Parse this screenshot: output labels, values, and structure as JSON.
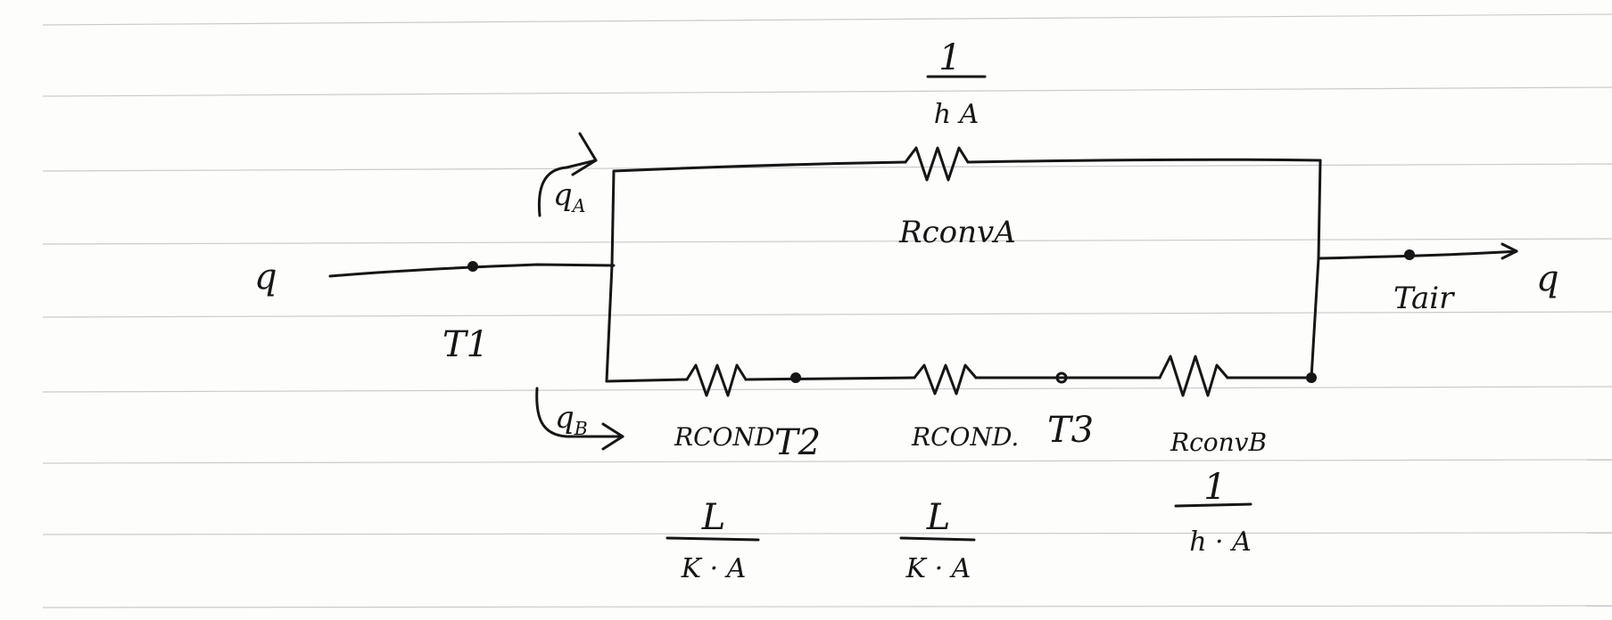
{
  "diagram": {
    "input": {
      "heat_in": "q",
      "temp_node": "T1"
    },
    "branch_a": {
      "flow_label": "q",
      "flow_subscript": "A",
      "resistor_label": "RconvA",
      "formula_top": "1",
      "formula_bottom": "h A"
    },
    "branch_b": {
      "flow_label": "q",
      "flow_subscript": "B",
      "conduction_1": {
        "resistor_label": "RCOND",
        "formula_top": "L",
        "formula_bottom": "K · A"
      },
      "node_2": "T2",
      "conduction_2": {
        "resistor_label": "RCOND.",
        "formula_top": "L",
        "formula_bottom": "K · A"
      },
      "node_3": "T3",
      "convection": {
        "resistor_label": "RconvB",
        "formula_top": "1",
        "formula_bottom": "h · A"
      }
    },
    "output": {
      "heat_out": "q",
      "temp_node": "Tair"
    }
  },
  "colors": {
    "ink": "#161616",
    "paper": "#fdfdfb",
    "rule": "#c9cccc"
  }
}
